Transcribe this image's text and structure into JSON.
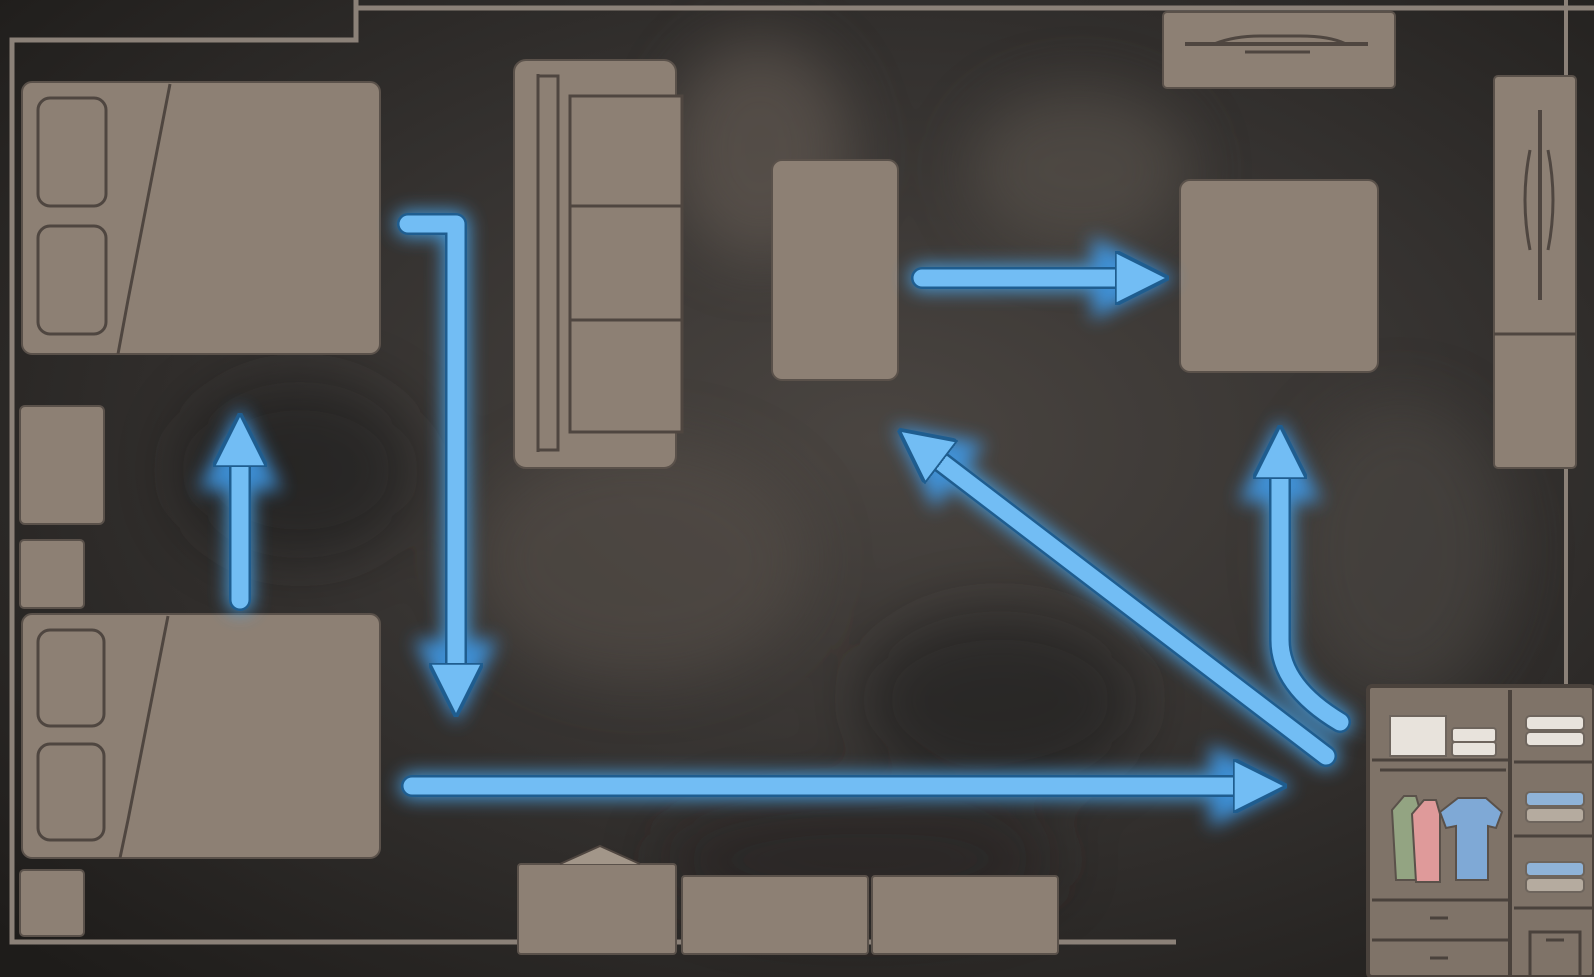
{
  "colors": {
    "background": "#2e2b28",
    "wall": "#8b8178",
    "furniture": "#8d8074",
    "furniture_stroke": "#4f4640",
    "arrow": "#6ab8f2",
    "arrow_outline": "#1f5d8f",
    "arrow_glow": "#4aa8f0",
    "shirt_green": "#93a482",
    "shirt_pink": "#df9a9a",
    "shirt_blue": "#7fa9d6",
    "towel_white": "#e8e3dc",
    "towel_blue": "#8fb3d8"
  },
  "furniture": [
    {
      "id": "bed-top",
      "icon": "bed-icon"
    },
    {
      "id": "bed-bottom",
      "icon": "bed-icon"
    },
    {
      "id": "sofa",
      "icon": "sofa-icon"
    },
    {
      "id": "coffee-table",
      "icon": "table-icon"
    },
    {
      "id": "square-table",
      "icon": "table-icon"
    },
    {
      "id": "tv-stand",
      "icon": "tv-icon"
    },
    {
      "id": "side-cabinet",
      "icon": "cabinet-icon"
    },
    {
      "id": "dresser",
      "icon": "dresser-icon"
    },
    {
      "id": "closet",
      "icon": "closet-icon"
    }
  ],
  "flow_arrows": [
    {
      "id": "arrow-up-to-bed",
      "direction": "up"
    },
    {
      "id": "arrow-bed-down",
      "direction": "down"
    },
    {
      "id": "arrow-bottom-to-closet",
      "direction": "right"
    },
    {
      "id": "arrow-table-to-square",
      "direction": "right"
    },
    {
      "id": "arrow-closet-to-table",
      "direction": "up-left"
    },
    {
      "id": "arrow-closet-to-square",
      "direction": "up"
    }
  ]
}
